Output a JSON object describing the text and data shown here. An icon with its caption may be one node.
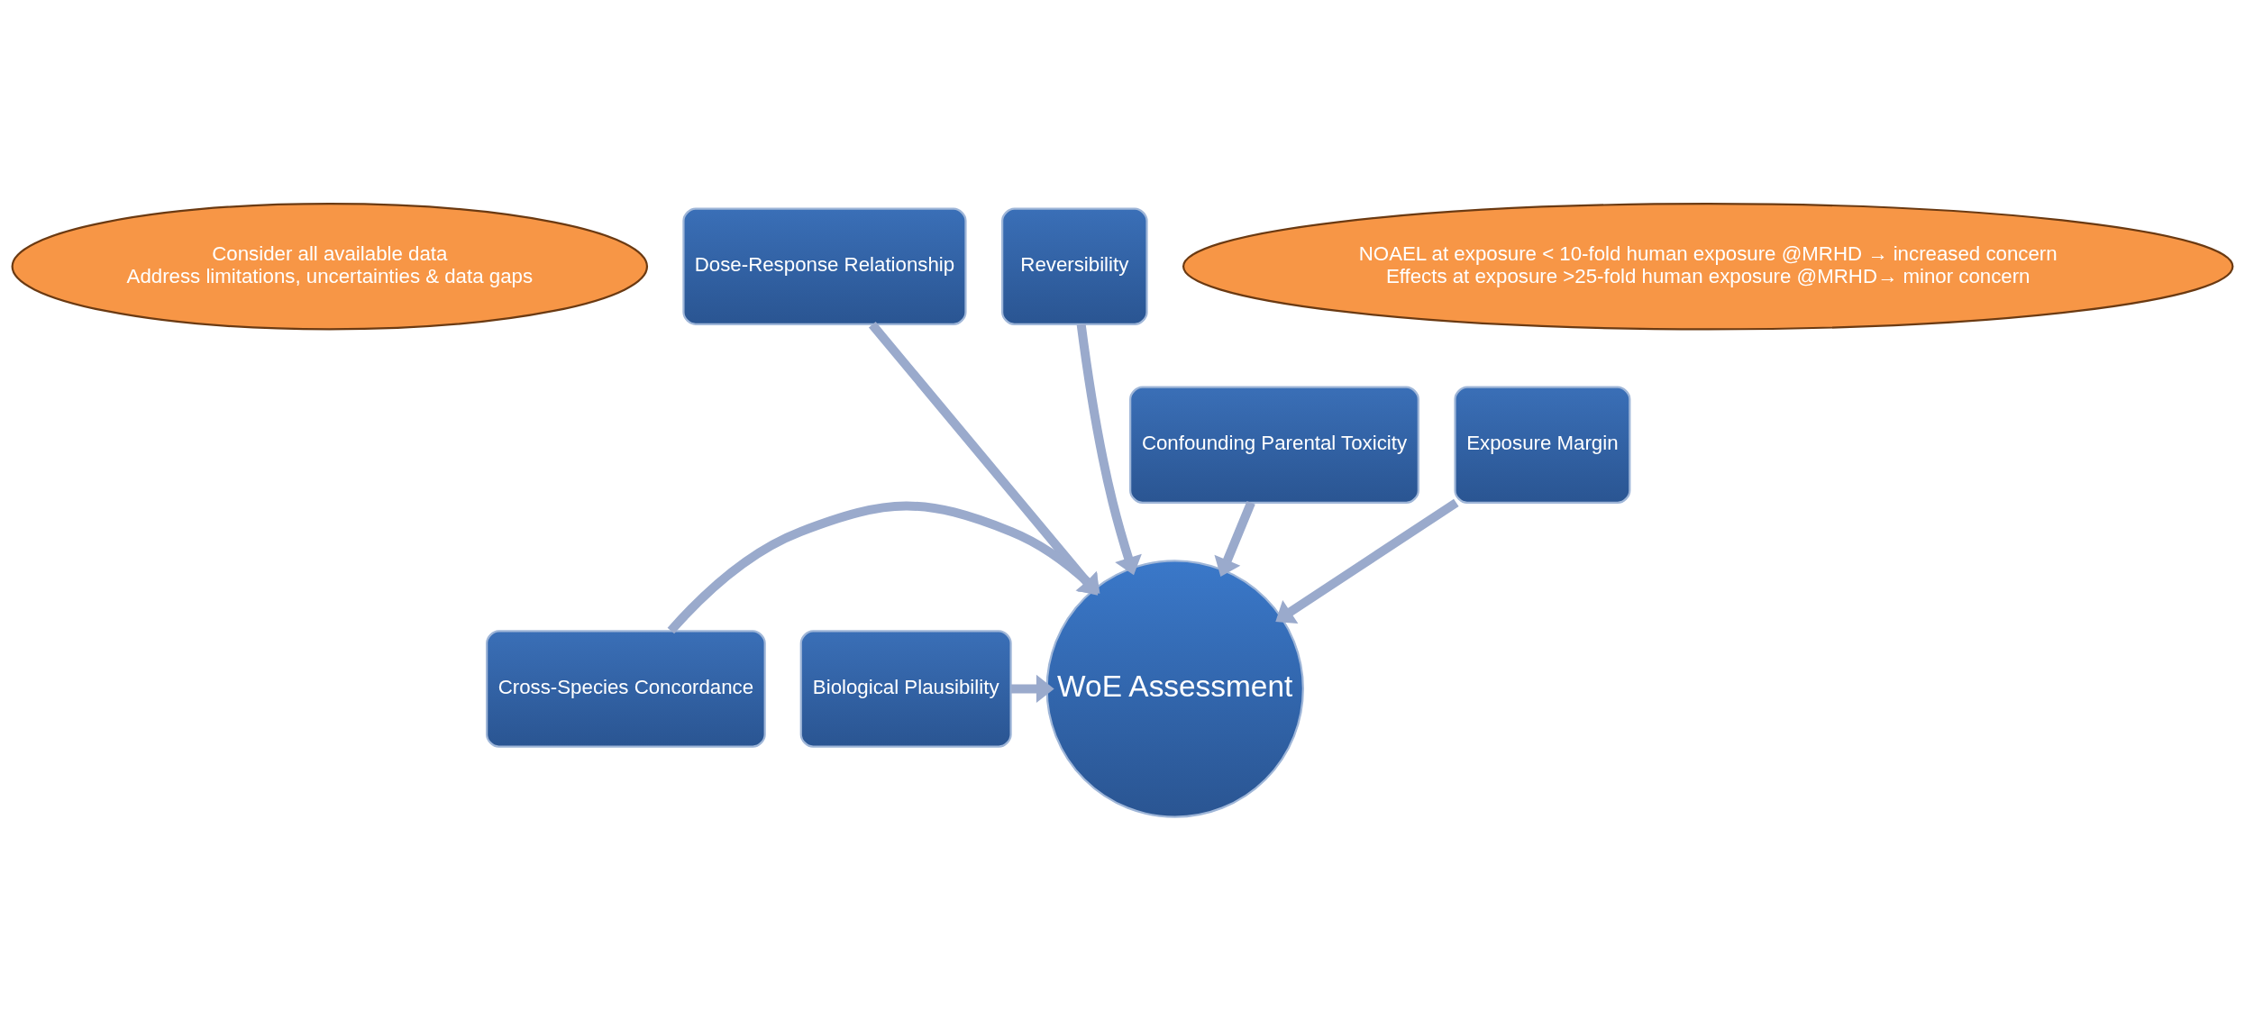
{
  "diagram": {
    "nodes": [
      {
        "text": [
          "Consider all available data",
          "Address limitations, uncertainties & data gaps"
        ]
      },
      {
        "text": [
          "Dose-Response Relationship"
        ]
      },
      {
        "text": [
          "Reversibility"
        ]
      },
      {
        "text": [
          "NOAEL at exposure < 10-fold human exposure @MRHD → increased concern",
          "Effects at exposure >25-fold human exposure @MRHD→ minor concern"
        ]
      },
      {
        "text": [
          "Confounding Parental Toxicity"
        ]
      },
      {
        "text": [
          "Exposure Margin"
        ]
      },
      {
        "text": [
          "Cross-Species Concordance"
        ]
      },
      {
        "text": [
          "WoE Assessment"
        ]
      },
      {
        "text": [
          "Biological Plausibility"
        ]
      }
    ],
    "edges": [
      {
        "from": 4,
        "to": 7,
        "arrow": "to"
      },
      {
        "from": 1,
        "to": 7,
        "arrow": "to"
      },
      {
        "from": 2,
        "to": 7,
        "arrow": "to"
      },
      {
        "from": 5,
        "to": 7,
        "arrow": "to"
      },
      {
        "from": 6,
        "to": 7,
        "arrow": "to"
      },
      {
        "from": 8,
        "to": 7,
        "arrow": "to"
      }
    ]
  }
}
